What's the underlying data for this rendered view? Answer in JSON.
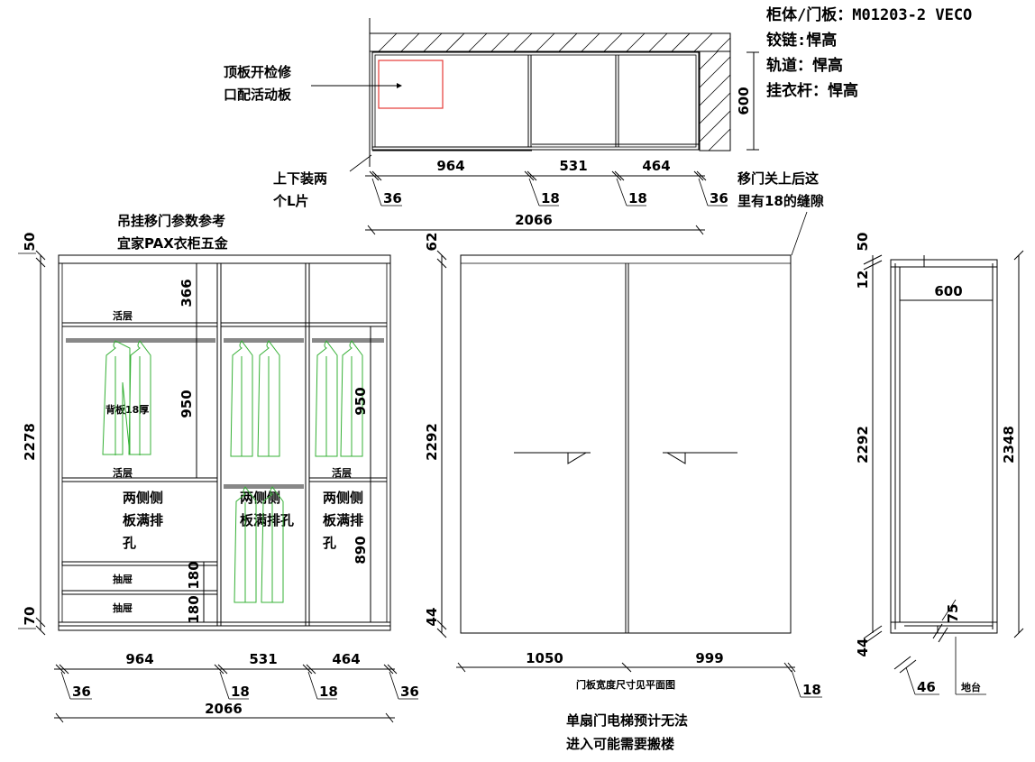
{
  "spec": {
    "line1": "柜体/门板：M01203-2  VECO",
    "line2": "铰链:悍高",
    "line3": "轨道：悍高",
    "line4": "挂衣杆：悍高"
  },
  "plan": {
    "top_panel_note_1": "顶板开检修",
    "top_panel_note_2": "口配活动板",
    "l_bracket_note_1": "上下装两",
    "l_bracket_note_2": "个L片",
    "gap_note_1": "移门关上后这",
    "gap_note_2": "里有18的缝隙",
    "depth": "600",
    "widths": [
      "964",
      "531",
      "464"
    ],
    "gaps": [
      "36",
      "18",
      "18",
      "36"
    ],
    "total": "2066"
  },
  "interior": {
    "ref_note_1": "吊挂移门参数参考",
    "ref_note_2": "宜家PAX衣柜五金",
    "shelf_labels": [
      "活层",
      "活层",
      "活层"
    ],
    "back_panel": "背板18厚",
    "side_note": [
      "两侧侧",
      "板满排",
      "孔"
    ],
    "side_note_mid": [
      "两侧侧",
      "板满排孔"
    ],
    "drawer_labels": [
      "抽屉",
      "抽屉"
    ],
    "dims_vertical": {
      "top": "50",
      "total": "2278",
      "bottom": "70",
      "upper": "366",
      "hang_left": "950",
      "hang_right": "950",
      "lower_right": "890",
      "drawer1": "180",
      "drawer2": "180"
    },
    "widths": [
      "964",
      "531",
      "464"
    ],
    "gaps": [
      "36",
      "18",
      "18",
      "36"
    ],
    "total": "2066"
  },
  "front": {
    "top_gap": "62",
    "height": "2292",
    "bottom": "44",
    "door_left": "1050",
    "door_right": "999",
    "note": "门板宽度尺寸见平面图",
    "right_gap": "18",
    "elevator_note_1": "单扇门电梯预计无法",
    "elevator_note_2": "进入可能需要搬楼"
  },
  "side": {
    "top": "50",
    "top2": "12",
    "depth": "600",
    "inner_height": "2292",
    "total_height": "2348",
    "bottom": "44",
    "kick": "75",
    "kick_depth": "46",
    "plinth": "地台"
  },
  "colors": {
    "line": "#000000",
    "clothes": "#35b035",
    "highlight": "#e53935",
    "rail": "#888888"
  }
}
